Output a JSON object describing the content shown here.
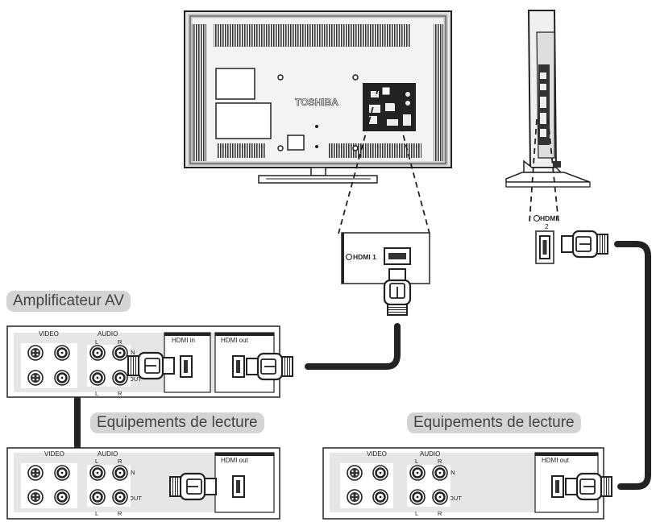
{
  "tv": {
    "brand": "TOSHIBA"
  },
  "connectors": {
    "hdmi1": "HDMI 1",
    "hdmi2_line1": "HDMI",
    "hdmi2_line2": "2"
  },
  "devices": {
    "amplifier": {
      "title": "Amplificateur AV",
      "video": "VIDEO",
      "audio": "AUDIO",
      "l": "L",
      "r": "R",
      "in": "IN",
      "out": "OUT",
      "hdmi_in": "HDMI in",
      "hdmi_out": "HDMI out"
    },
    "playback_left": {
      "title": "Equipements de lecture",
      "video": "VIDEO",
      "audio": "AUDIO",
      "l": "L",
      "r": "R",
      "in": "IN",
      "out": "OUT",
      "hdmi_out": "HDMI out"
    },
    "playback_right": {
      "title": "Equipements de lecture",
      "video": "VIDEO",
      "audio": "AUDIO",
      "l": "L",
      "r": "R",
      "in": "IN",
      "out": "OUT",
      "hdmi_out": "HDMI out"
    }
  },
  "colors": {
    "line": "#222222",
    "panel": "#e6e6e6",
    "label_bg": "#d4d4d4",
    "label_text": "#444444"
  }
}
